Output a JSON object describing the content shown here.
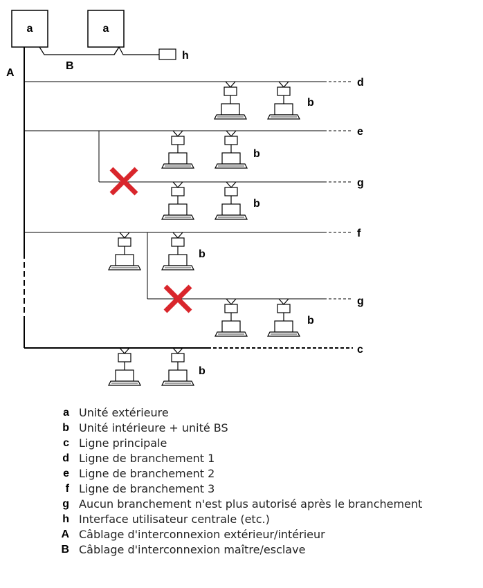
{
  "diagram": {
    "outdoor_label": "a",
    "indoor_label": "b",
    "main_line_label": "c",
    "branch1_label": "d",
    "branch2_label": "e",
    "branch3_label": "f",
    "no_branch_label": "g",
    "central_ui_label": "h",
    "wiring_A_label": "A",
    "wiring_B_label": "B"
  },
  "legend": [
    {
      "key": "a",
      "text": "Unité extérieure"
    },
    {
      "key": "b",
      "text": "Unité intérieure + unité BS"
    },
    {
      "key": "c",
      "text": "Ligne principale"
    },
    {
      "key": "d",
      "text": "Ligne de branchement 1"
    },
    {
      "key": "e",
      "text": "Ligne de branchement 2"
    },
    {
      "key": "f",
      "text": "Ligne de branchement 3"
    },
    {
      "key": "g",
      "text": "Aucun branchement n'est plus autorisé après le branchement"
    },
    {
      "key": "h",
      "text": "Interface utilisateur centrale (etc.)"
    },
    {
      "key": "A",
      "text": "Câblage d'interconnexion extérieur/intérieur"
    },
    {
      "key": "B",
      "text": "Câblage d'interconnexion maître/esclave"
    }
  ],
  "colors": {
    "line": "#000000",
    "cross": "#d9262c"
  }
}
